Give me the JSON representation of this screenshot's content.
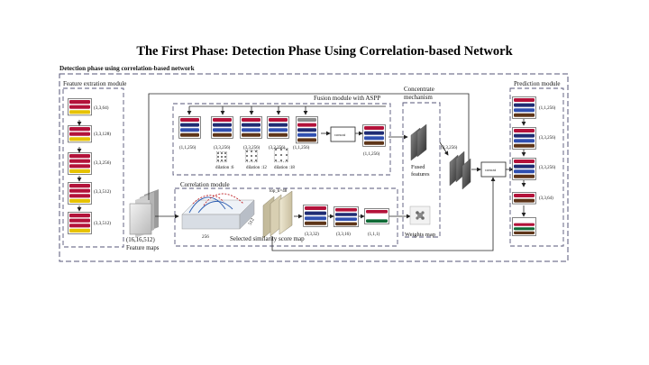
{
  "title": "The First Phase: Detection Phase Using Correlation-based Network",
  "overall_label": "Detection phase using correlation-based network",
  "feature_module": {
    "title": "Feature extration module",
    "layers": [
      "(3,3,64)",
      "(3,3,128)",
      "(3,3,256)",
      "(3,3,512)",
      "(3,3,512)"
    ],
    "output_size": "(16,16,512)",
    "output_label": "Feature maps"
  },
  "fusion_module": {
    "title": "Fusion  module with ASPP",
    "branches": [
      "(1,1,256)",
      "(3,3,256)",
      "(3,3,256)",
      "(3,3,256)",
      "(1,1,256)"
    ],
    "dilations": [
      "dilation :6",
      "dilation :12",
      "dilation :18"
    ],
    "concat_label": "concat",
    "output_size": "(1,1,256)"
  },
  "correlation_module": {
    "title": "Correlation module",
    "dim_256": "256",
    "dim_512": "512",
    "topk_label": "top_k=48",
    "score_map_label": "Selected similarity score map",
    "layers": [
      "(3,3,32)",
      "(3,3,16)",
      "(1,1,1)"
    ]
  },
  "concentrate_module": {
    "title": "Concentrate mechanism",
    "fused_label": "Fused features",
    "weights_label": "Weights map"
  },
  "prediction_module": {
    "title": "Prediction module",
    "input_size": "(3,3,256)",
    "concat_label": "concat",
    "layers": [
      "(1,1,256)",
      "(3,3,256)",
      "(3,3,256)",
      "(3,3,64)"
    ]
  },
  "colors": {
    "red": "#b3123a",
    "navy": "#1f2c73",
    "blue": "#2f4fb0",
    "brown": "#5e3519",
    "yellow": "#e6c200",
    "green": "#0f6a36",
    "slab": "#d9d2b8",
    "dash": "#555577"
  }
}
